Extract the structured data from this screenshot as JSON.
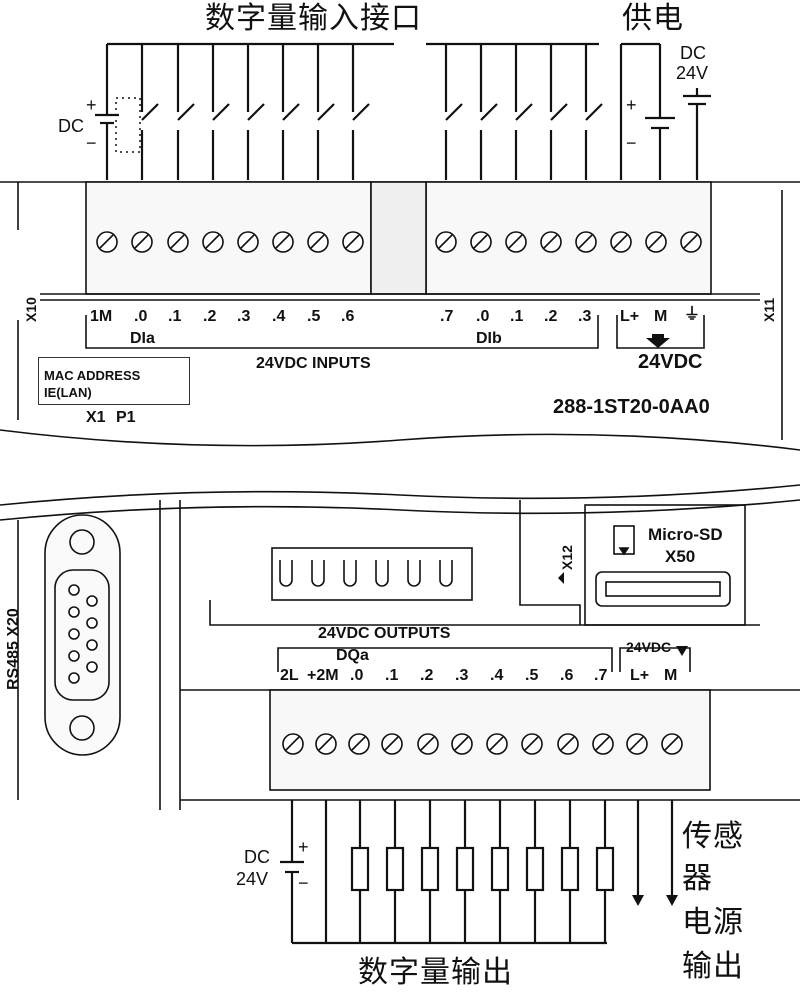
{
  "titles": {
    "digital_input_interface": "数字量输入接口",
    "power_supply": "供电",
    "digital_output": "数字量输出",
    "sensor_power_output": [
      "传感",
      "器",
      "电源",
      "输出"
    ]
  },
  "top_module": {
    "dc_left": "DC",
    "dc_right": [
      "DC",
      "24V"
    ],
    "plus": "+",
    "minus": "−",
    "connector_left": "X10",
    "connector_right": "X11",
    "terminals_a": [
      "1M",
      ".0",
      ".1",
      ".2",
      ".3",
      ".4",
      ".5",
      ".6"
    ],
    "terminals_b": [
      ".7",
      ".0",
      ".1",
      ".2",
      ".3"
    ],
    "terminals_power": [
      "L+",
      "M",
      "⏚"
    ],
    "group_a": "DIa",
    "group_b": "DIb",
    "inputs_label": "24VDC INPUTS",
    "power_label": "24VDC",
    "mac_address": "MAC ADDRESS",
    "ie_lan": "IE(LAN)",
    "port_x1": "X1",
    "port_p1": "P1",
    "model": "288-1ST20-0AA0"
  },
  "bottom_module": {
    "rs485": "RS485 X20",
    "x12": "X12",
    "microsd": "Micro-SD",
    "x50": "X50",
    "outputs_label": "24VDC OUTPUTS",
    "group_q": "DQa",
    "terminals_q": [
      "2L",
      "+2M",
      ".0",
      ".1",
      ".2",
      ".3",
      ".4",
      ".5",
      ".6",
      ".7"
    ],
    "sensor_power_label": "24VDC",
    "terminals_sensor": [
      "L+",
      "M"
    ],
    "dc_left": [
      "DC",
      "24V"
    ],
    "plus": "+",
    "minus": "−"
  }
}
